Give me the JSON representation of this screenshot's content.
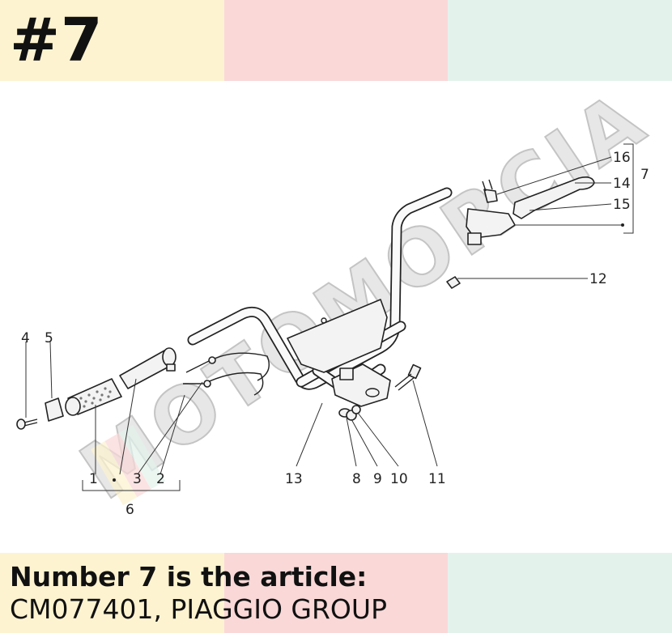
{
  "header": {
    "badge": "#7"
  },
  "footer": {
    "line1": "Number 7 is the article:",
    "line2": "CM077401, PIAGGIO GROUP"
  },
  "diagram": {
    "watermark": "MOTOMORCIA",
    "callouts": [
      "1",
      "2",
      "3",
      "4",
      "5",
      "6",
      "7",
      "8",
      "9",
      "10",
      "11",
      "12",
      "13",
      "14",
      "15",
      "16"
    ]
  },
  "colors": {
    "yellow": "#fdf3d0",
    "pink": "#fad8d8",
    "mint": "#e3f3ec",
    "text": "#111111"
  }
}
